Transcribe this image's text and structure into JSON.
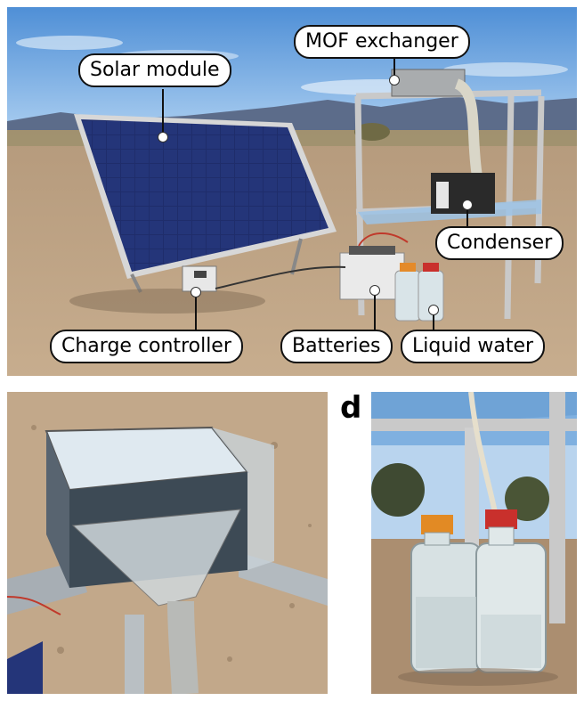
{
  "panels": {
    "top": {
      "callouts": {
        "mof_exchanger": "MOF exchanger",
        "solar_module": "Solar module",
        "condenser": "Condenser",
        "charge_controller": "Charge controller",
        "batteries": "Batteries",
        "liquid_water": "Liquid water"
      }
    },
    "bottom_right": {
      "letter": "d"
    }
  }
}
